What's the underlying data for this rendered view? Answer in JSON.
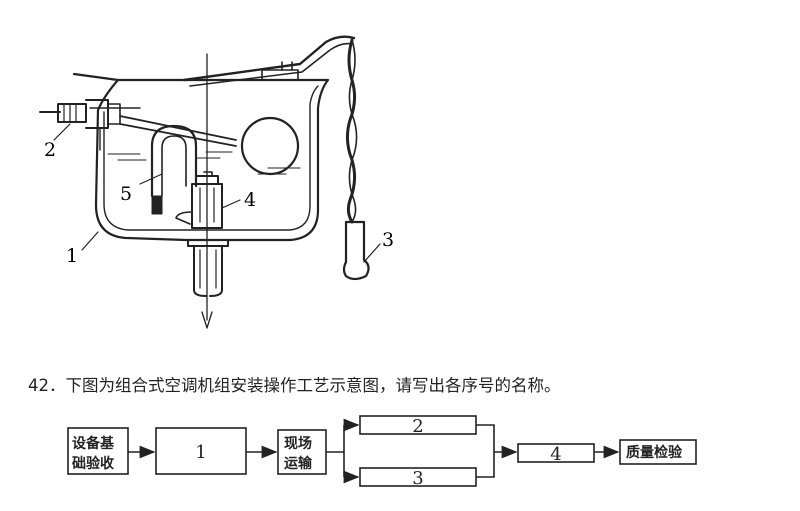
{
  "tank_callouts": {
    "c1": "1",
    "c2": "2",
    "c3": "3",
    "c4": "4",
    "c5": "5"
  },
  "question": {
    "text": "42．下图为组合式空调机组安装操作工艺示意图，请写出各序号的名称。"
  },
  "flow": {
    "start_line1": "设备基",
    "start_line2": "础验收",
    "step1": "1",
    "transport_line1": "现场",
    "transport_line2": "运输",
    "step2": "2",
    "step3": "3",
    "step4": "4",
    "end": "质量检验"
  }
}
